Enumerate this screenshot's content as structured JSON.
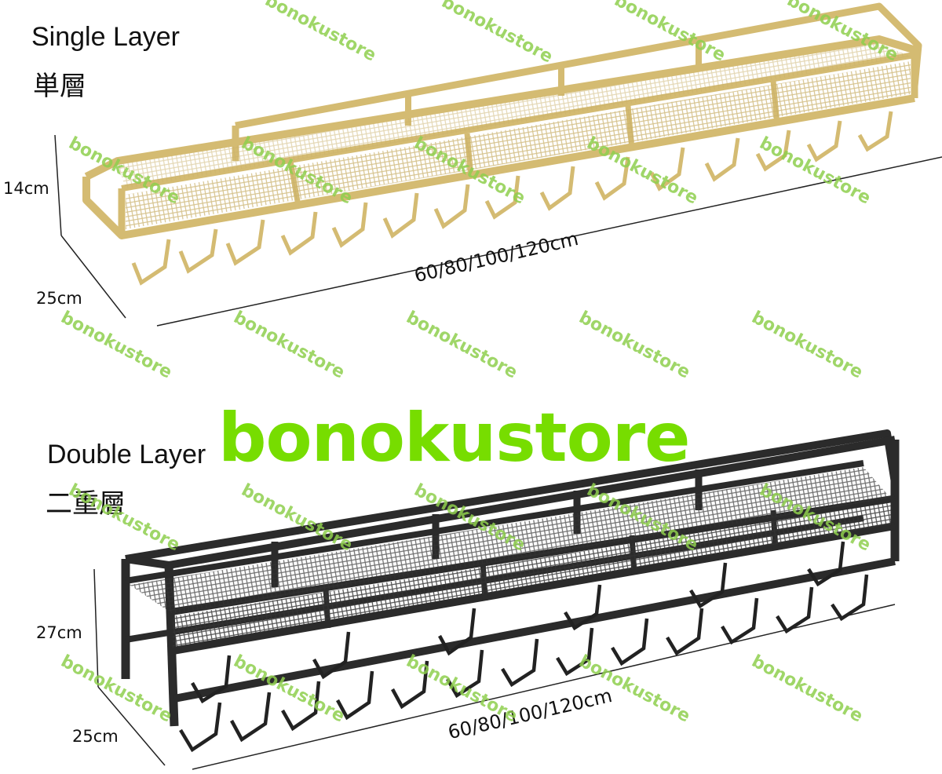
{
  "single": {
    "title": "Single Layer",
    "title_cjk": "単層",
    "height": "14cm",
    "depth": "25cm",
    "length": "60/80/100/120cm",
    "color": "#d9c27a"
  },
  "double": {
    "title": "Double Layer",
    "title_cjk": "二重層",
    "height": "27cm",
    "depth": "25cm",
    "length": "60/80/100/120cm",
    "color": "#2b2b2b"
  },
  "watermark": {
    "big": "bonokustore",
    "small": "bonokustore",
    "color": "#77dd00"
  }
}
